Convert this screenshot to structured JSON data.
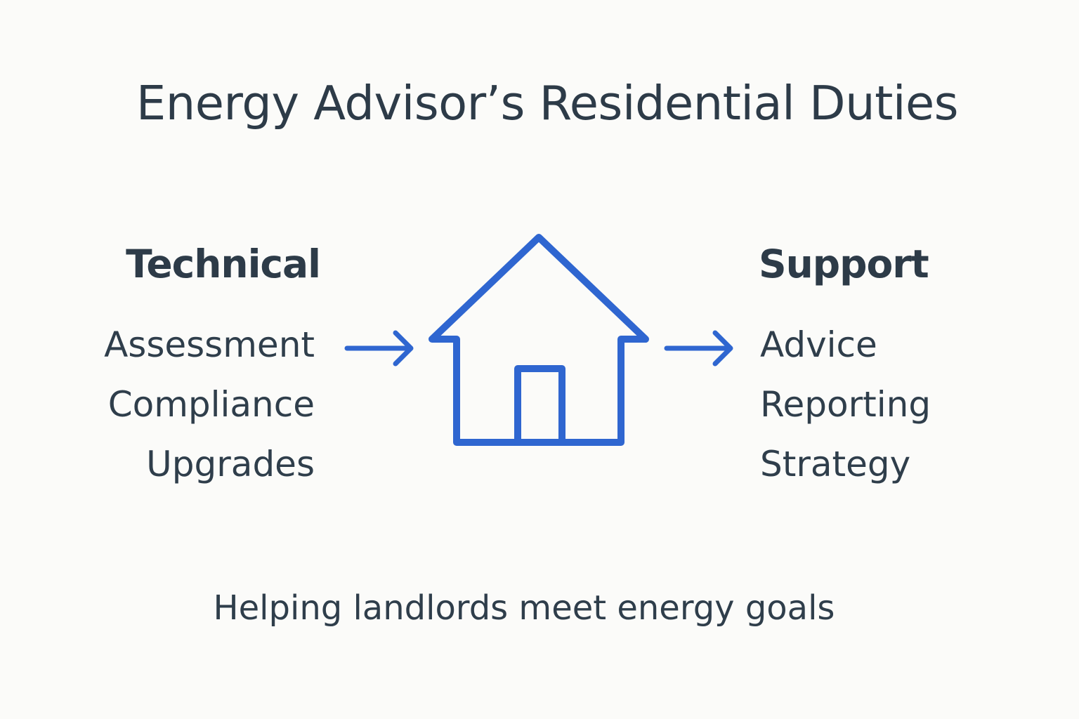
{
  "title": "Energy Advisor’s Residential Duties",
  "left_column": {
    "heading": "Technical",
    "items": [
      "Assessment",
      "Compliance",
      "Upgrades"
    ]
  },
  "right_column": {
    "heading": "Support",
    "items": [
      "Advice",
      "Reporting",
      "Strategy"
    ]
  },
  "center_icon": "house-icon",
  "arrows": [
    "arrow-right-icon",
    "arrow-right-icon"
  ],
  "caption": "Helping landlords meet energy goals",
  "colors": {
    "background": "#fbfbf9",
    "text": "#2d3b48",
    "accent": "#2f66d0"
  }
}
